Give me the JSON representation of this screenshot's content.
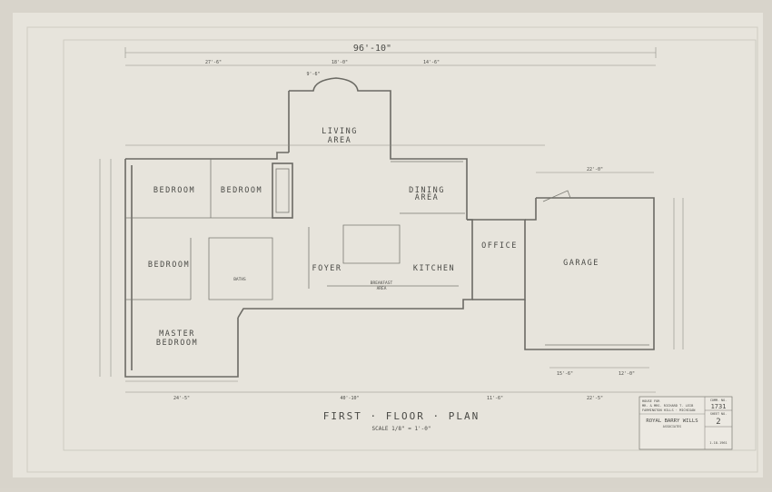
{
  "drawing": {
    "overall_dimension": "96'-10\"",
    "title": "FIRST · FLOOR · PLAN",
    "scale": "SCALE 1/8\" = 1'-0\""
  },
  "rooms": {
    "living": [
      "LIVING",
      "AREA"
    ],
    "bedroom1": "BEDROOM",
    "bedroom2": "BEDROOM",
    "dining": [
      "DINING",
      "AREA"
    ],
    "bedroom3": "BEDROOM",
    "baths": "BATHS",
    "foyer": "FOYER",
    "kitchen": "KITCHEN",
    "office": "OFFICE",
    "garage": "GARAGE",
    "breakfast": [
      "BREAKFAST",
      "AREA"
    ],
    "master": [
      "MASTER",
      "BEDROOM"
    ]
  },
  "dimensions": {
    "top_segments": [
      "27'-6\"",
      "9'-6\"",
      "18'-0\"",
      "14'-6\""
    ],
    "bottom_segments": [
      "24'-5\"",
      "40'-10\"",
      "11'-6\"",
      "22'-5\""
    ],
    "garage_width": "22'-0\"",
    "garage_bottom": [
      "15'-6\"",
      "12'-0\""
    ]
  },
  "title_block": {
    "lines_top": [
      "HOUSE FOR",
      "MR. & MRS. RICHARD T. LEIB",
      "FARMINGTON HILLS · MICHIGAN"
    ],
    "architect": "ROYAL BARRY WILLS",
    "architect_sub": "ASSOCIATES",
    "comm_label": "COMM. NO.",
    "comm_no": "1731",
    "sheet_label": "SHEET NO.",
    "sheet_no": "2",
    "date": "1-18-1961"
  },
  "colors": {
    "paper": "#e6e3db",
    "border": "#efede7",
    "ink": "#4a4a46"
  }
}
